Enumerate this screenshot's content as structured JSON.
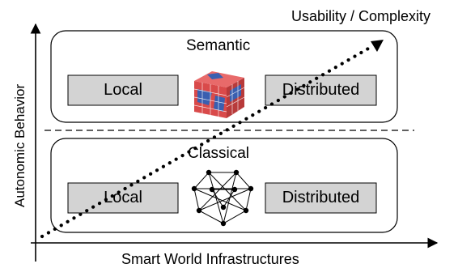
{
  "diagram": {
    "diagonal_label": "Usability / Complexity",
    "y_axis_label": "Autonomic Behavior",
    "x_axis_label": "Smart World Infrastructures",
    "top_panel": {
      "title": "Semantic",
      "left_box": "Local",
      "right_box": "Distributed",
      "icon": "globe-cube-icon"
    },
    "bottom_panel": {
      "title": "Classical",
      "left_box": "Local",
      "right_box": "Distributed",
      "icon": "network-graph-icon"
    },
    "colors": {
      "box_fill": "#d3d3d3",
      "line": "#000000",
      "globe_red": "#d94a4a",
      "globe_blue": "#3a5fb0"
    }
  }
}
